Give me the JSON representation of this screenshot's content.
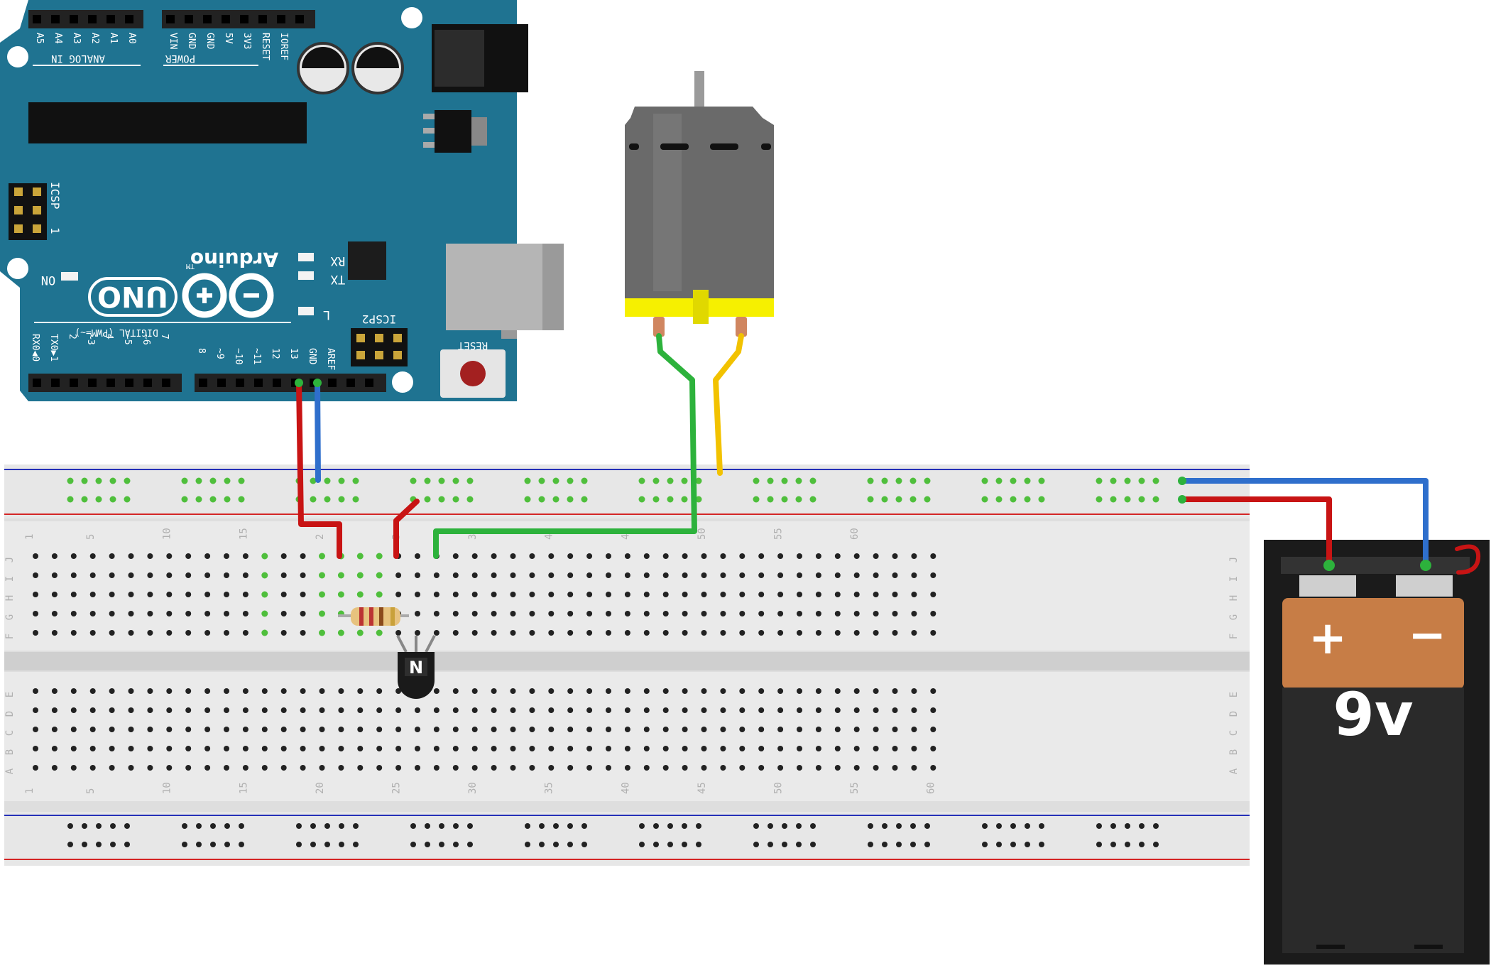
{
  "arduino": {
    "brand": "Arduino",
    "trademark": "TM",
    "model": "UNO",
    "analog_group_label": "ANALOG IN",
    "power_group_label": "POWER",
    "digital_group_label": "DIGITAL (PWM=~)",
    "analog_pins": [
      "A5",
      "A4",
      "A3",
      "A2",
      "A1",
      "A0"
    ],
    "power_pins": [
      "VIN",
      "GND",
      "GND",
      "5V",
      "3V3",
      "RESET",
      "IOREF"
    ],
    "digital_pins_left": [
      "RX0◀0",
      "TX0▶1",
      "2",
      "~3",
      "4",
      "~5",
      "~6",
      "7"
    ],
    "digital_pins_right": [
      "8",
      "~9",
      "~10",
      "~11",
      "12",
      "13",
      "GND",
      "AREF"
    ],
    "icsp_label": "ICSP",
    "icsp_pin1": "1",
    "icsp2_label": "ICSP2",
    "led_rx": "RX",
    "led_tx": "TX",
    "led_l": "L",
    "led_on": "ON",
    "reset_label": "RESET",
    "board_color": "#1f7391"
  },
  "breadboard": {
    "column_numbers": [
      "1",
      "5",
      "10",
      "15",
      "20",
      "25",
      "30",
      "35",
      "40",
      "45",
      "50",
      "55",
      "60"
    ],
    "upper_numbers_visible": [
      "1",
      "5",
      "10",
      "15",
      "2",
      "3",
      "3",
      "40",
      "45",
      "50",
      "55",
      "60"
    ],
    "rows_top": [
      "J",
      "I",
      "H",
      "G",
      "F"
    ],
    "rows_bottom": [
      "E",
      "D",
      "C",
      "B",
      "A"
    ],
    "rail_line_colors": {
      "negative": "#2530b8",
      "positive": "#d42626"
    },
    "connected_hole_color": "#4fbf3c"
  },
  "transistor": {
    "label": "N"
  },
  "battery": {
    "label": "9v",
    "plus_symbol": "+",
    "minus_symbol": "−",
    "top_color": "#c77d46",
    "body_color": "#2a2a2a"
  },
  "wire_colors": {
    "red": "#c81414",
    "blue": "#2f6fcc",
    "green": "#2db23c",
    "yellow": "#f2c200"
  }
}
